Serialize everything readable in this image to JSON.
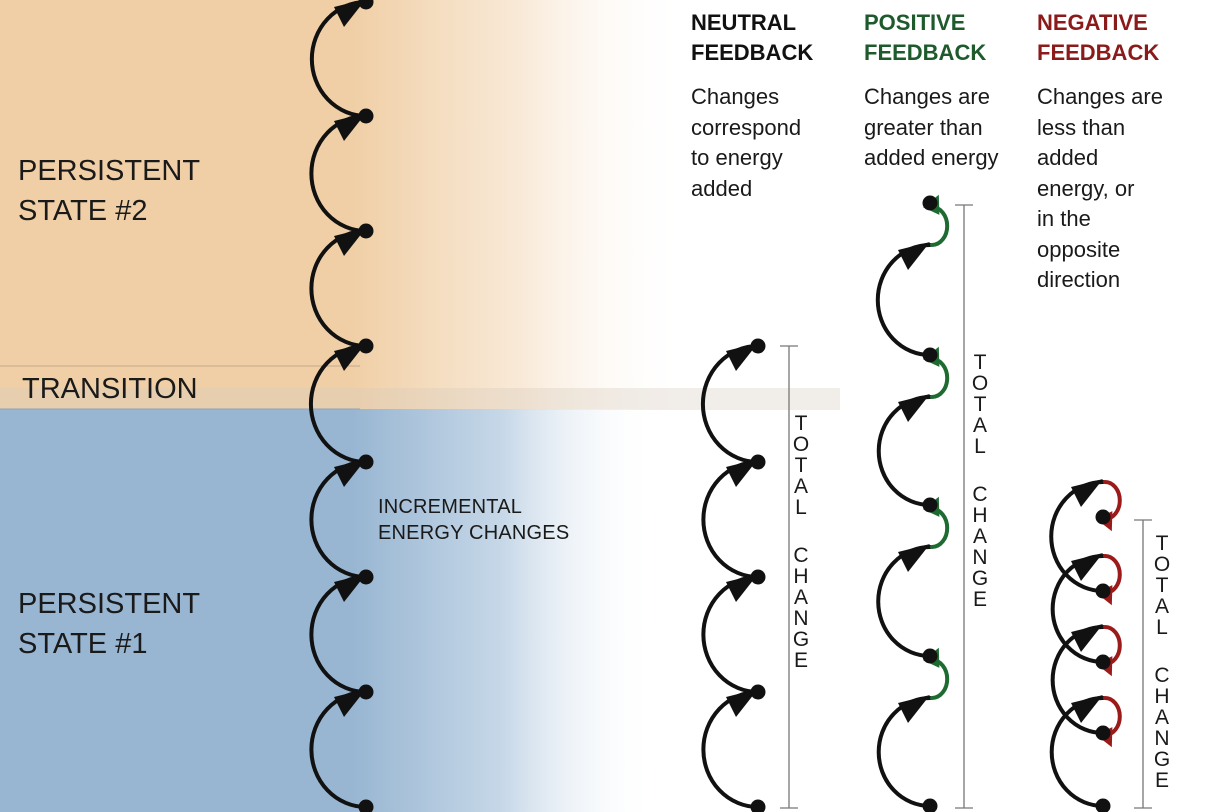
{
  "regions": {
    "state2": {
      "label_line1": "PERSISTENT",
      "label_line2": "STATE #2",
      "color": "#f0cfa6"
    },
    "transition": {
      "label": "TRANSITION"
    },
    "state1": {
      "label_line1": "PERSISTENT",
      "label_line2": "STATE #1",
      "color": "#98b6d2"
    }
  },
  "incremental_label": {
    "line1": "INCREMENTAL",
    "line2": "ENERGY CHANGES"
  },
  "columns": {
    "neutral": {
      "title_line1": "NEUTRAL",
      "title_line2": "FEEDBACK",
      "title_color": "#111111",
      "desc": [
        "Changes",
        "correspond",
        "to energy",
        "added"
      ],
      "total_label": "TOTAL CHANGE"
    },
    "positive": {
      "title_line1": "POSITIVE",
      "title_line2": "FEEDBACK",
      "title_color": "#1e5a2c",
      "desc": [
        "Changes are",
        "greater than",
        "added energy"
      ],
      "total_label": "TOTAL CHANGE",
      "feedback_arrow_color": "#1e6b32"
    },
    "negative": {
      "title_line1": "NEGATIVE",
      "title_line2": "FEEDBACK",
      "title_color": "#8b1a1a",
      "desc": [
        "Changes are",
        "less than",
        "added",
        "energy, or",
        "in the",
        "opposite",
        "direction"
      ],
      "total_label": "TOTAL CHANGE",
      "feedback_arrow_color": "#9b1a1a"
    }
  }
}
